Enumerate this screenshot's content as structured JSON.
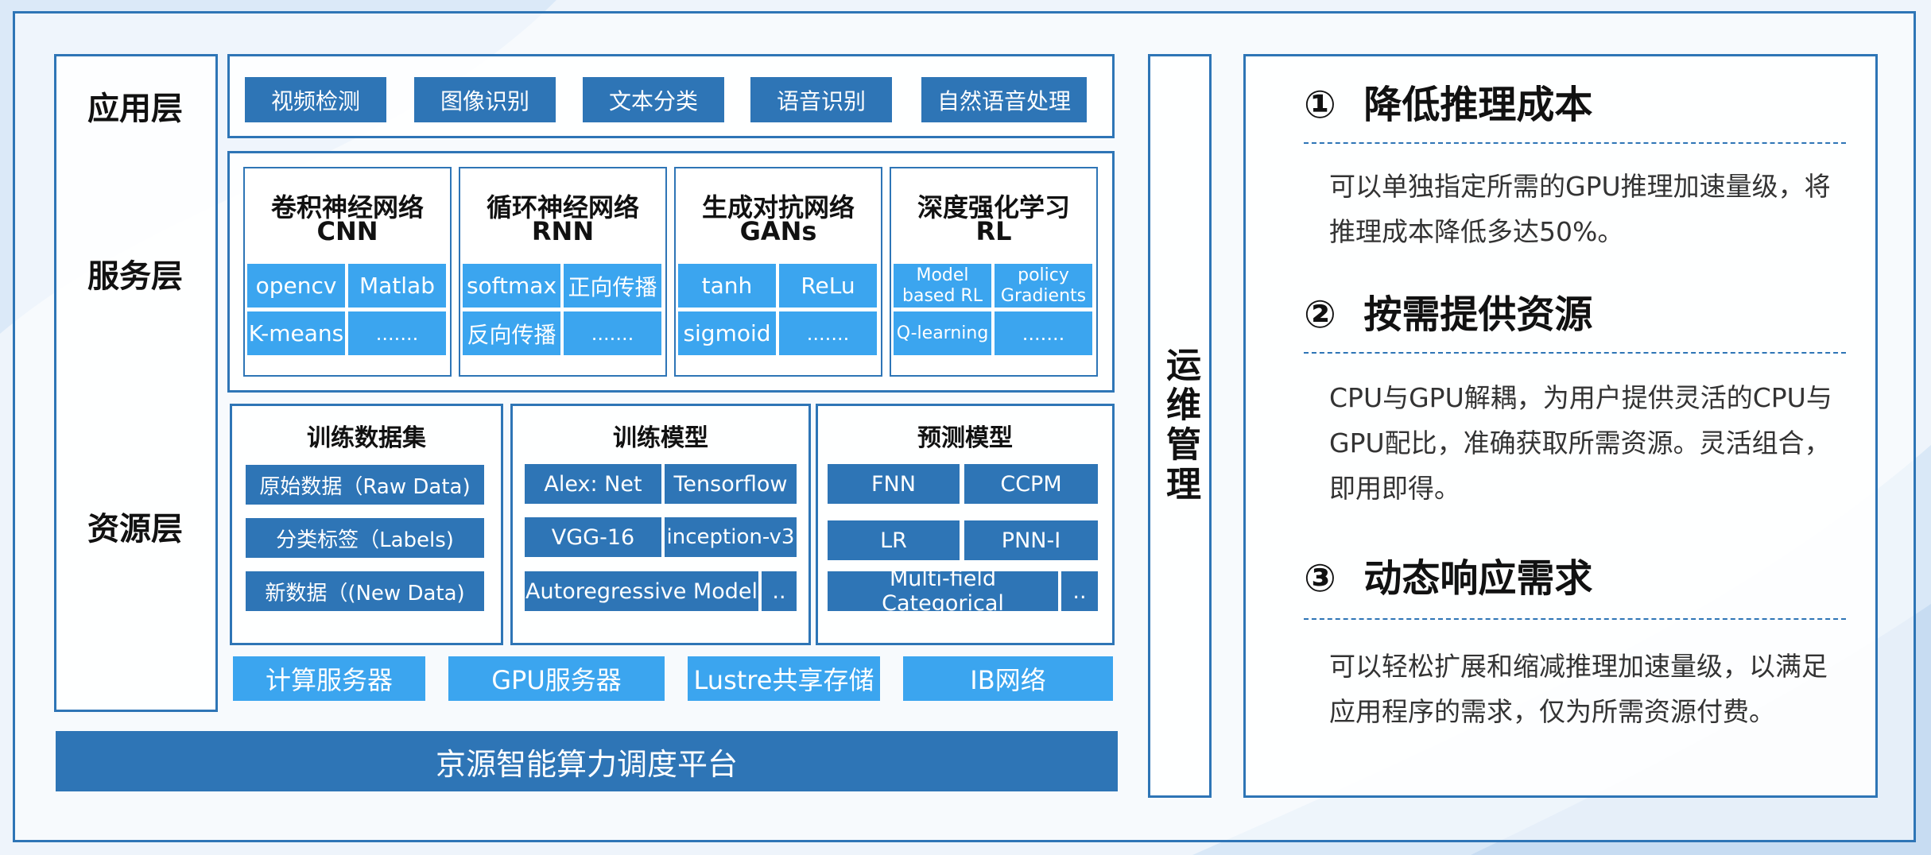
{
  "layers": {
    "application": "应用层",
    "service": "服务层",
    "resource": "资源层"
  },
  "application_items": [
    "视频检测",
    "图像识别",
    "文本分类",
    "语音识别",
    "自然语音处理"
  ],
  "service_panels": [
    {
      "title_cn": "卷积神经网络",
      "title_en": "CNN",
      "cells": [
        "opencv",
        "Matlab",
        "K-means",
        "......."
      ]
    },
    {
      "title_cn": "循环神经网络",
      "title_en": "RNN",
      "cells": [
        "softmax",
        "正向传播",
        "反向传播",
        "......."
      ]
    },
    {
      "title_cn": "生成对抗网络",
      "title_en": "GANs",
      "cells": [
        "tanh",
        "ReLu",
        "sigmoid",
        "......."
      ]
    },
    {
      "title_cn": "深度强化学习",
      "title_en": "RL",
      "cells": [
        "Model based RL",
        "policy Gradients",
        "Q-learning",
        "......."
      ]
    }
  ],
  "resource_panels": {
    "dataset": {
      "title": "训练数据集",
      "items": [
        "原始数据（Raw Data)",
        "分类标签（Labels)",
        "新数据（(New Data)"
      ]
    },
    "train_model": {
      "title": "训练模型",
      "items": [
        "Alex: Net",
        "Tensorflow",
        "VGG-16",
        "inception-v3",
        "Autoregressive Model",
        ".."
      ]
    },
    "predict_model": {
      "title": "预测模型",
      "items": [
        "FNN",
        "CCPM",
        "LR",
        "PNN-I",
        "Multi-field Categorical",
        ".."
      ]
    }
  },
  "infrastructure": [
    "计算服务器",
    "GPU服务器",
    "Lustre共享存储",
    "IB网络"
  ],
  "platform": "京源智能算力调度平台",
  "operations": "运维管理",
  "benefits": [
    {
      "num": "①",
      "title": "降低推理成本",
      "body": "可以单独指定所需的GPU推理加速量级，将推理成本降低多达50%。"
    },
    {
      "num": "②",
      "title": "按需提供资源",
      "body": "CPU与GPU解耦，为用户提供灵活的CPU与GPU配比，准确获取所需资源。灵活组合，即用即得。"
    },
    {
      "num": "③",
      "title": "动态响应需求",
      "body": "可以轻松扩展和缩减推理加速量级，以满足应用程序的需求，仅为所需资源付费。"
    }
  ],
  "colors": {
    "dark_blue": "#2e75b6",
    "light_blue": "#3ba5ef"
  }
}
